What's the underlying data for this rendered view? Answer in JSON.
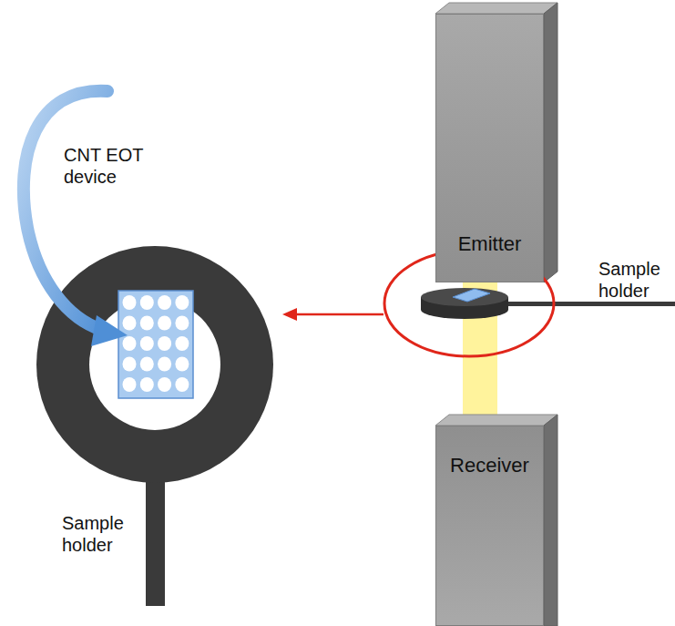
{
  "diagram": {
    "nodes": [
      {
        "text": [
          "Emitter"
        ]
      },
      {
        "text": [
          "Receiver"
        ]
      }
    ],
    "labels": [
      "CNT EOT device",
      "Sample holder",
      "Sample holder"
    ]
  }
}
